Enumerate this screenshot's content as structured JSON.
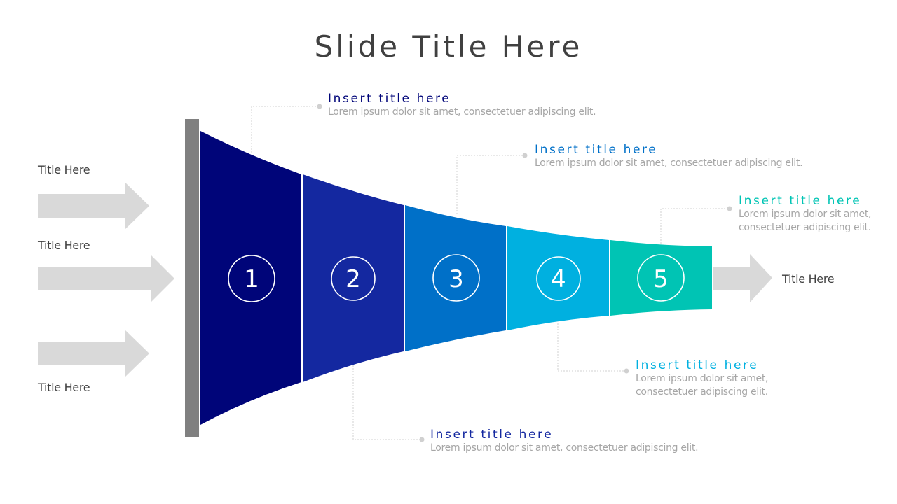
{
  "slide": {
    "title": "Slide Title Here"
  },
  "inputs": [
    {
      "label": "Title Here"
    },
    {
      "label": "Title Here"
    },
    {
      "label": "Title Here"
    }
  ],
  "output": {
    "label": "Title Here"
  },
  "stages": [
    {
      "number": "1",
      "color": "#000579"
    },
    {
      "number": "2",
      "color": "#1428a0"
    },
    {
      "number": "3",
      "color": "#0070c8"
    },
    {
      "number": "4",
      "color": "#00b0e0"
    },
    {
      "number": "5",
      "color": "#00c4b4"
    }
  ],
  "callouts": [
    {
      "title": "Insert title here",
      "body": "Lorem ipsum dolor sit amet, consectetuer adipiscing elit.",
      "color": "#000579"
    },
    {
      "title": "Insert title here",
      "body": "Lorem ipsum dolor sit amet, consectetuer adipiscing elit.",
      "color": "#1428a0"
    },
    {
      "title": "Insert title here",
      "body": "Lorem ipsum dolor sit amet, consectetuer adipiscing elit.",
      "color": "#0070c8"
    },
    {
      "title": "Insert title here",
      "body": "Lorem ipsum dolor sit amet, consectetuer adipiscing elit.",
      "color": "#00b0e0"
    },
    {
      "title": "Insert title here",
      "body": "Lorem ipsum dolor sit amet, consectetuer adipiscing elit.",
      "color": "#00c4b4"
    }
  ],
  "colors": {
    "bar": "#808080",
    "arrow": "#d9d9d9",
    "connector": "#d0d0d0",
    "body_text": "#a6a6a6",
    "label_text": "#404040"
  }
}
